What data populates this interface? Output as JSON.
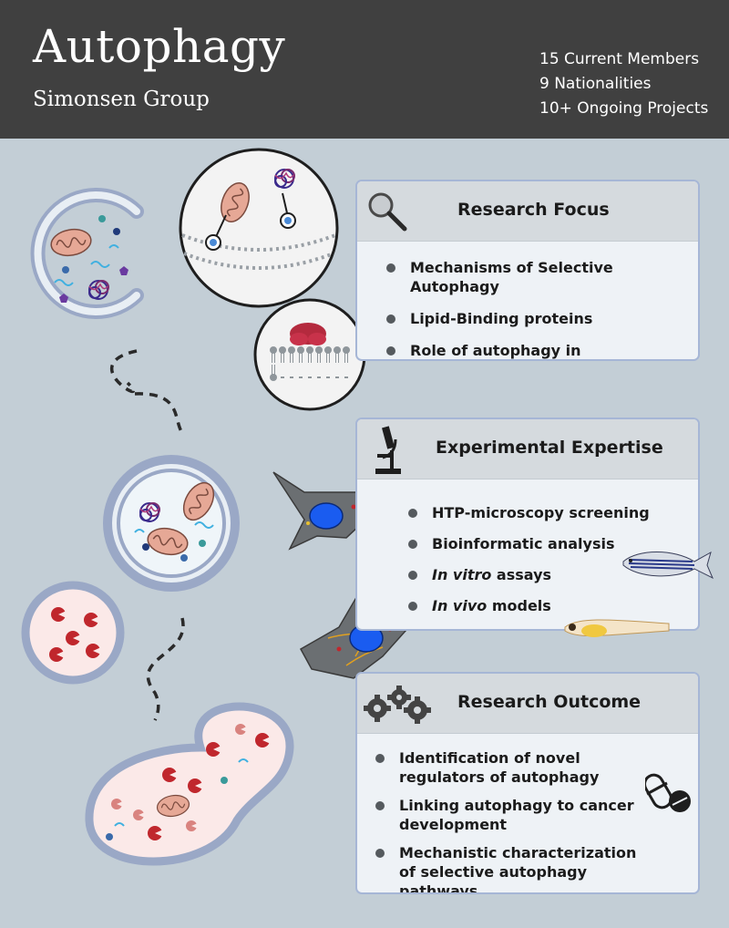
{
  "header": {
    "title": "Autophagy",
    "subtitle": "Simonsen Group",
    "stats": [
      "15 Current Members",
      "9 Nationalities",
      "10+ Ongoing Projects"
    ]
  },
  "panels": [
    {
      "title": "Research Focus",
      "icon": "magnifier-icon",
      "items": [
        {
          "text": "Mechanisms of Selective Autophagy"
        },
        {
          "text": "Lipid-Binding proteins"
        },
        {
          "text": "Role of autophagy in tumorigenesis"
        }
      ]
    },
    {
      "title": "Experimental Expertise",
      "icon": "microscope-icon",
      "items": [
        {
          "text": "HTP-microscopy screening"
        },
        {
          "text": "Bioinformatic analysis"
        },
        {
          "em": "In vitro",
          "text": " assays"
        },
        {
          "em": "In vivo",
          "text": " models"
        }
      ]
    },
    {
      "title": "Research Outcome",
      "icon": "gears-icon",
      "items": [
        {
          "text": "Identification of novel regulators of autophagy"
        },
        {
          "text": "Linking autophagy to cancer development"
        },
        {
          "text": "Mechanistic characterization of selective autophagy pathways"
        }
      ]
    }
  ],
  "colors": {
    "header_bg": "#404040",
    "page_bg": "#c3ced6",
    "panel_bg": "#eef2f6",
    "panel_border": "#a6b6d6",
    "panel_header_bg": "#d5dade",
    "mitochondria": "#e6a896",
    "protein_aggregate": "#5b2a7e",
    "cargo_red": "#c0272d",
    "nucleus": "#1a5cf0"
  }
}
